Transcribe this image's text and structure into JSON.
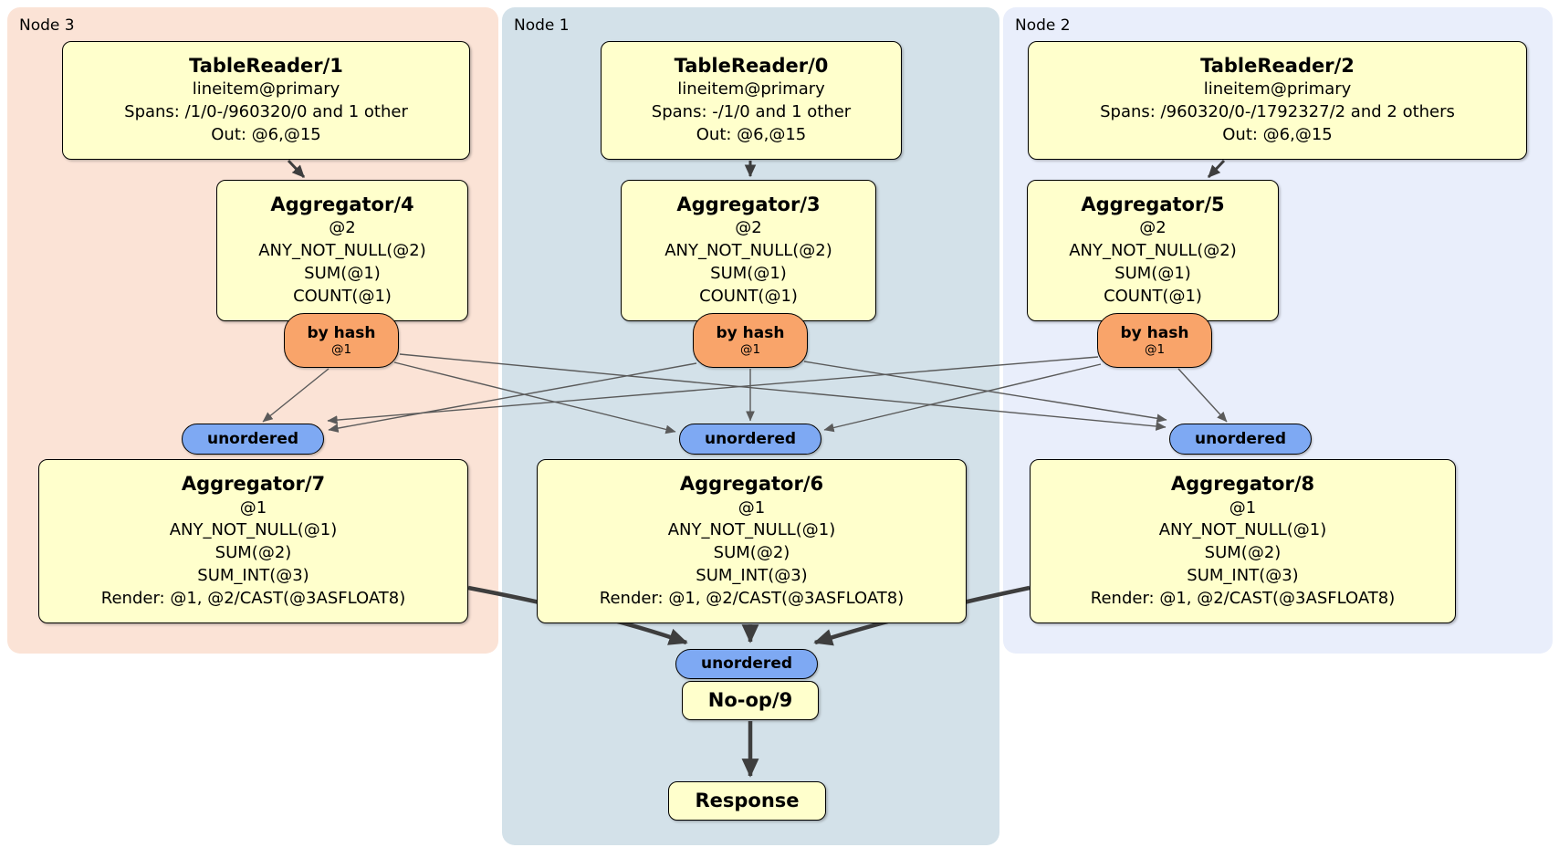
{
  "panels": [
    {
      "label": "Node 3",
      "color": "#fbe3d6"
    },
    {
      "label": "Node 1",
      "color": "#d3e1e9"
    },
    {
      "label": "Node 2",
      "color": "#e9eefb"
    }
  ],
  "processors": {
    "tablereader1": {
      "title": "TableReader/1",
      "lines": [
        "lineitem@primary",
        "Spans: /1/0-/960320/0 and 1 other",
        "Out: @6,@15"
      ]
    },
    "tablereader0": {
      "title": "TableReader/0",
      "lines": [
        "lineitem@primary",
        "Spans: -/1/0 and 1 other",
        "Out: @6,@15"
      ]
    },
    "tablereader2": {
      "title": "TableReader/2",
      "lines": [
        "lineitem@primary",
        "Spans: /960320/0-/1792327/2 and 2 others",
        "Out: @6,@15"
      ]
    },
    "aggregator4": {
      "title": "Aggregator/4",
      "lines": [
        "@2",
        "ANY_NOT_NULL(@2)",
        "SUM(@1)",
        "COUNT(@1)"
      ]
    },
    "aggregator3": {
      "title": "Aggregator/3",
      "lines": [
        "@2",
        "ANY_NOT_NULL(@2)",
        "SUM(@1)",
        "COUNT(@1)"
      ]
    },
    "aggregator5": {
      "title": "Aggregator/5",
      "lines": [
        "@2",
        "ANY_NOT_NULL(@2)",
        "SUM(@1)",
        "COUNT(@1)"
      ]
    },
    "aggregator7": {
      "title": "Aggregator/7",
      "lines": [
        "@1",
        "ANY_NOT_NULL(@1)",
        "SUM(@2)",
        "SUM_INT(@3)",
        "Render: @1, @2/CAST(@3ASFLOAT8)"
      ]
    },
    "aggregator6": {
      "title": "Aggregator/6",
      "lines": [
        "@1",
        "ANY_NOT_NULL(@1)",
        "SUM(@2)",
        "SUM_INT(@3)",
        "Render: @1, @2/CAST(@3ASFLOAT8)"
      ]
    },
    "aggregator8": {
      "title": "Aggregator/8",
      "lines": [
        "@1",
        "ANY_NOT_NULL(@1)",
        "SUM(@2)",
        "SUM_INT(@3)",
        "Render: @1, @2/CAST(@3ASFLOAT8)"
      ]
    },
    "noop9": {
      "title": "No-op/9"
    },
    "response": {
      "title": "Response"
    }
  },
  "routers": {
    "by_hash": {
      "label": "by hash",
      "arg": "@1"
    },
    "unordered": {
      "label": "unordered"
    }
  },
  "edges": [
    {
      "from": "TableReader/1",
      "to": "Aggregator/4"
    },
    {
      "from": "TableReader/0",
      "to": "Aggregator/3"
    },
    {
      "from": "TableReader/2",
      "to": "Aggregator/5"
    },
    {
      "from": "Aggregator/4 by hash",
      "to": "Aggregator/7 unordered"
    },
    {
      "from": "Aggregator/4 by hash",
      "to": "Aggregator/6 unordered"
    },
    {
      "from": "Aggregator/4 by hash",
      "to": "Aggregator/8 unordered"
    },
    {
      "from": "Aggregator/3 by hash",
      "to": "Aggregator/7 unordered"
    },
    {
      "from": "Aggregator/3 by hash",
      "to": "Aggregator/6 unordered"
    },
    {
      "from": "Aggregator/3 by hash",
      "to": "Aggregator/8 unordered"
    },
    {
      "from": "Aggregator/5 by hash",
      "to": "Aggregator/7 unordered"
    },
    {
      "from": "Aggregator/5 by hash",
      "to": "Aggregator/6 unordered"
    },
    {
      "from": "Aggregator/5 by hash",
      "to": "Aggregator/8 unordered"
    },
    {
      "from": "Aggregator/7",
      "to": "No-op/9 unordered"
    },
    {
      "from": "Aggregator/6",
      "to": "No-op/9 unordered"
    },
    {
      "from": "Aggregator/8",
      "to": "No-op/9 unordered"
    },
    {
      "from": "No-op/9",
      "to": "Response"
    }
  ],
  "colors": {
    "panel_node3": "#fbe3d6",
    "panel_node1": "#d3e1e9",
    "panel_node2": "#e9eefb",
    "processor_fill": "#ffffcc",
    "by_hash_fill": "#f9a46a",
    "unordered_fill": "#7ea9f3",
    "edge_thin": "#5a5a5a",
    "edge_thick": "#3e3e3e"
  }
}
